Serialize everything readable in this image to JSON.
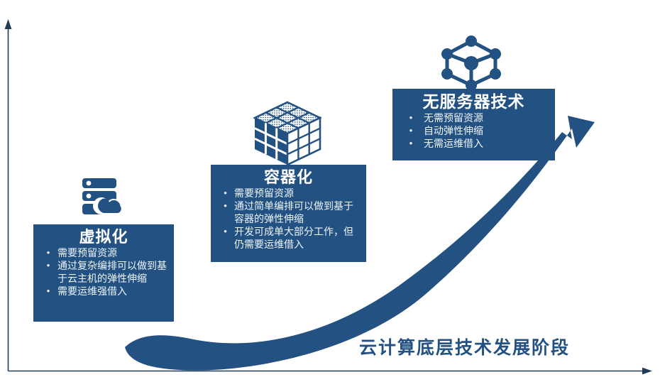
{
  "meta": {
    "title": "云计算底层技术发展阶段",
    "accent_color": "#235182",
    "card_bg": "#235182",
    "card_text": "#ffffff",
    "bullet_text": "#eef5fb",
    "axis_color": "#1f3b56",
    "arrow_color": "#235182",
    "background": "#ffffff"
  },
  "axes": {
    "y_axis_name": "y-axis",
    "x_axis_name": "x-axis"
  },
  "icons": [
    {
      "name": "server-cloud-icon",
      "label": "服务器与云"
    },
    {
      "name": "cube-container-icon",
      "label": "容器立方体"
    },
    {
      "name": "network-node-icon",
      "label": "网络节点"
    }
  ],
  "stages": [
    {
      "id": "virtualization",
      "title": "虚拟化",
      "icon": "server-cloud-icon",
      "bullet": "•",
      "bullets": [
        "需要预留资源",
        "通过复杂编排可以做到基于云主机的弹性伸缩",
        "需要运维强借入"
      ]
    },
    {
      "id": "containerization",
      "title": "容器化",
      "icon": "cube-container-icon",
      "bullet": "•",
      "bullets": [
        "需要预留资源",
        "通过简单编排可以做到基于容器的弹性伸缩",
        "开发可成单大部分工作，但仍需要运维借入"
      ]
    },
    {
      "id": "serverless",
      "title": "无服务器技术",
      "icon": "network-node-icon",
      "bullet": "•",
      "bullets": [
        "无需预留资源",
        "自动弹性伸缩",
        "无需运维借入"
      ]
    }
  ],
  "footer": {
    "title": "云计算底层技术发展阶段"
  }
}
